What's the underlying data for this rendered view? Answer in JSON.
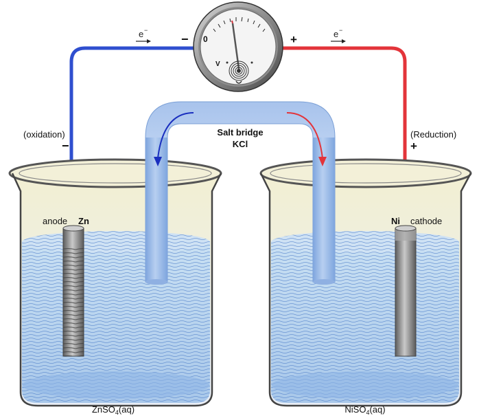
{
  "voltmeter": {
    "zero_label": "0",
    "unit_label": "V",
    "minus_sign": "−",
    "plus_sign": "+"
  },
  "electron_flow": {
    "left_label": "e",
    "right_label": "e",
    "charge_sup": "−"
  },
  "salt_bridge": {
    "title": "Salt bridge",
    "formula": "KCl"
  },
  "left_half_cell": {
    "process": "(oxidation)",
    "sign": "−",
    "electrode_role": "anode",
    "electrode_metal": "Zn",
    "solution_main": "ZnSO",
    "solution_sub": "4",
    "solution_state": "(aq)"
  },
  "right_half_cell": {
    "process": "(Reduction)",
    "sign": "+",
    "electrode_role": "cathode",
    "electrode_metal": "Ni",
    "solution_main": "NiSO",
    "solution_sub": "4",
    "solution_state": "(aq)"
  },
  "colors": {
    "anode_wire": "#2f4fcf",
    "cathode_wire": "#e3343a",
    "salt_bridge": "#8fb3e6",
    "solution": "#bcd8ef",
    "beaker_rim": "#555555"
  }
}
